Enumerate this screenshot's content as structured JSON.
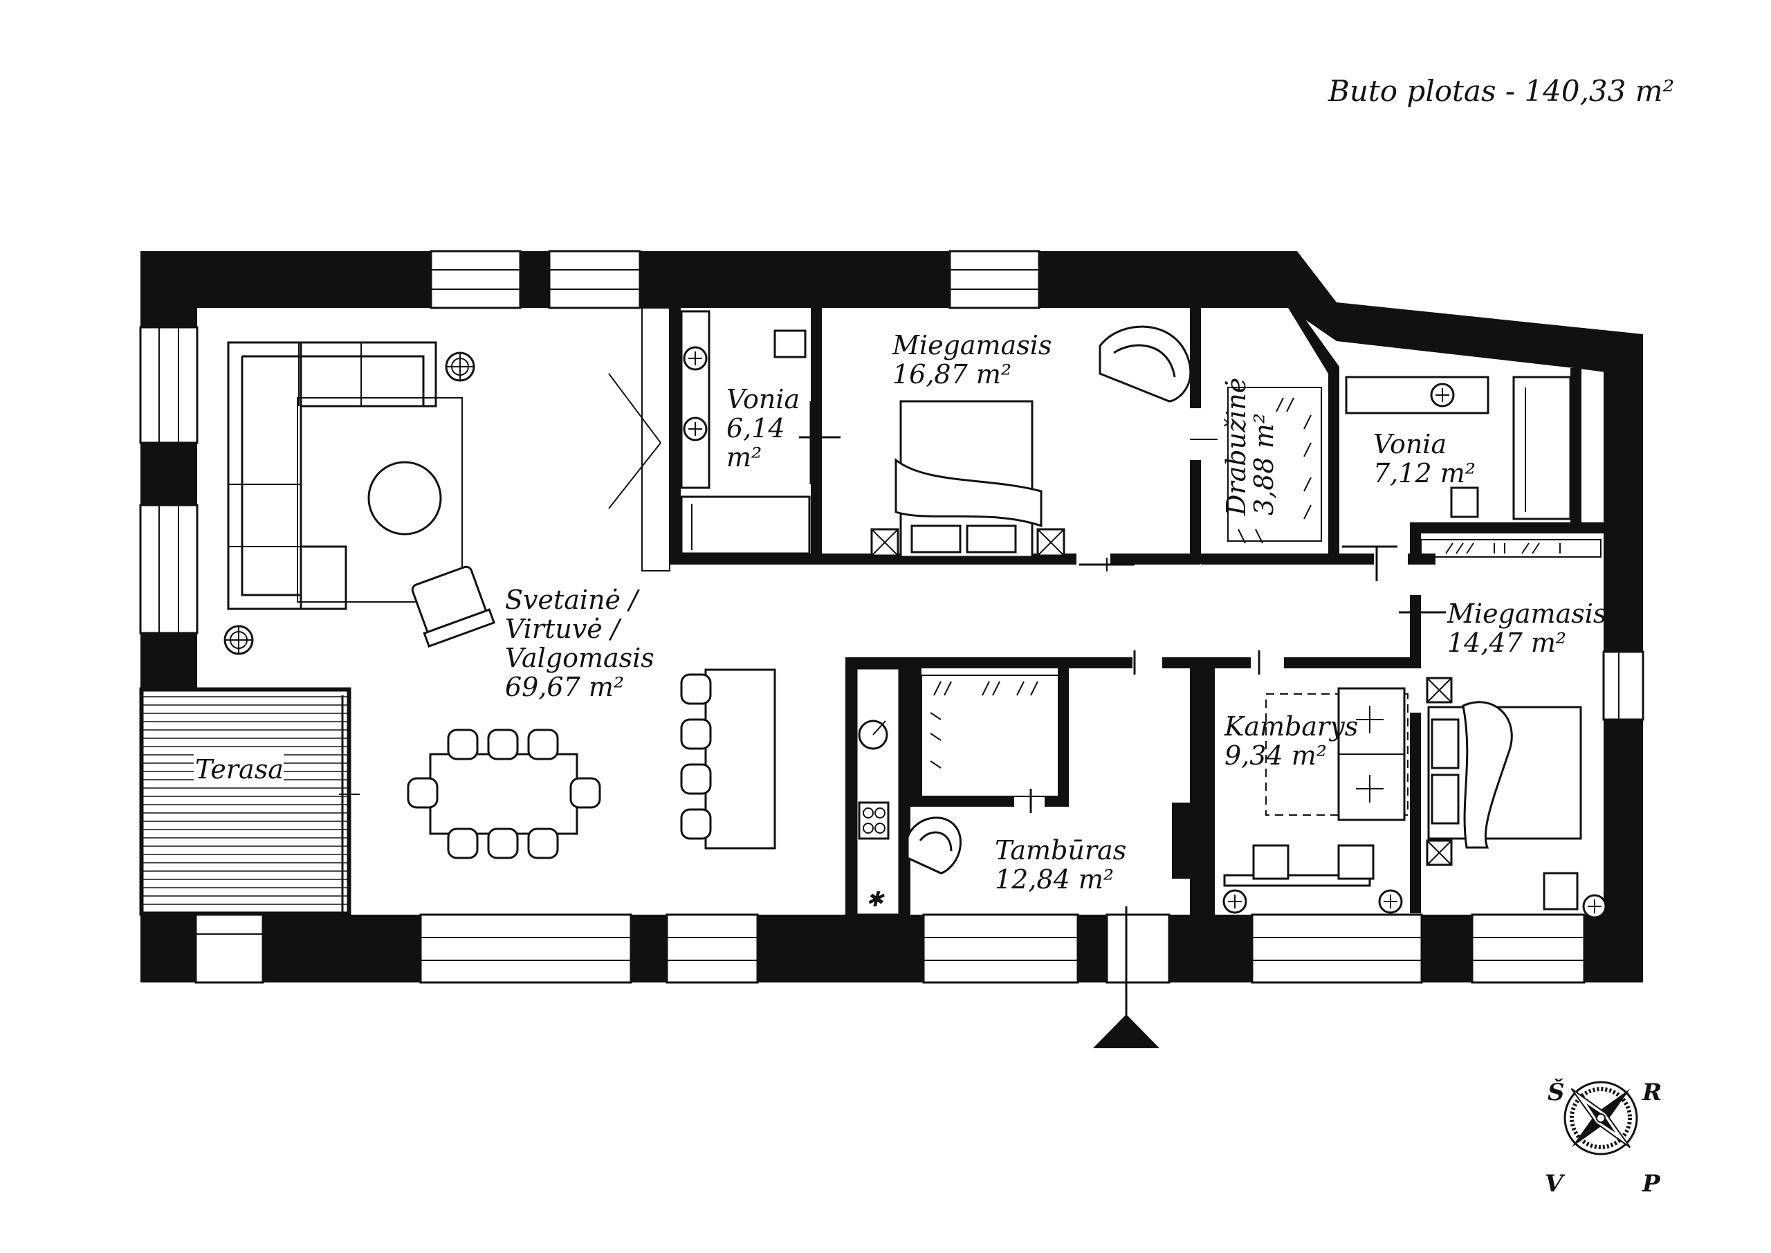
{
  "header": {
    "total_area": "Buto plotas - 140,33 m²"
  },
  "rooms": [
    {
      "id": "living",
      "lines": [
        "Svetainė /",
        "Virtuvė /",
        "Valgomasis",
        "69,67 m²"
      ]
    },
    {
      "id": "bath1",
      "lines": [
        "Vonia",
        "6,14",
        "m²"
      ]
    },
    {
      "id": "bed1",
      "lines": [
        "Miegamasis",
        "16,87 m²"
      ]
    },
    {
      "id": "wardrobe",
      "lines": [
        "Drabužinė",
        "3,88 m²"
      ]
    },
    {
      "id": "bath2",
      "lines": [
        "Vonia",
        "7,12 m²"
      ]
    },
    {
      "id": "bed2",
      "lines": [
        "Miegamasis",
        "14,47 m²"
      ]
    },
    {
      "id": "room",
      "lines": [
        "Kambarys",
        "9,34 m²"
      ]
    },
    {
      "id": "hall",
      "lines": [
        "Tambūras",
        "12,84 m²"
      ]
    },
    {
      "id": "terrace",
      "lines": [
        "Terasa"
      ]
    }
  ],
  "compass": {
    "n": "Š",
    "e": "R",
    "s": "P",
    "w": "V"
  },
  "colors": {
    "wall": "#111111",
    "background": "#ffffff"
  },
  "icons": [
    "entrance-arrow-icon",
    "compass-rose-icon"
  ]
}
